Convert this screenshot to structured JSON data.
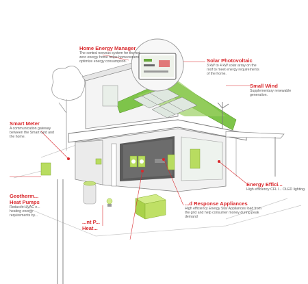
{
  "colors": {
    "accent": "#d9282c",
    "roof_green": "#6fbf3b",
    "device_green": "#a6d24a",
    "line": "#555555"
  },
  "labels": [
    {
      "id": "hem",
      "title": "Home Energy Manager",
      "desc": "The central nervous system for the net zero energy home helps homeowners optimize energy consumption."
    },
    {
      "id": "solar",
      "title": "Solar Photovoltaic",
      "desc": "3 kW to 4 kW solar array on the roof to meet energy requirements of the home."
    },
    {
      "id": "wind",
      "title": "Small Wind",
      "desc": "Supplementary renewable generation."
    },
    {
      "id": "meter",
      "title": "Smart Meter",
      "desc": "A communication gateway between the Smart Grid and the home."
    },
    {
      "id": "efficient",
      "title": "Energy Effici...",
      "desc": "High efficiency CFL l... OLED lighting."
    },
    {
      "id": "geo",
      "title": "Geotherm... Heat Pumps",
      "desc": "Reduces HVAC e... heating energy requirements by..."
    },
    {
      "id": "demand",
      "title": "...d Response Appliances",
      "desc": "High efficiency Energy Star Appliances load from the grid and help consumer money during peak demand"
    },
    {
      "id": "water",
      "title": "...nt P... Heat...",
      "desc": ""
    }
  ],
  "screen": {
    "title": "Home Energy Manager display"
  }
}
